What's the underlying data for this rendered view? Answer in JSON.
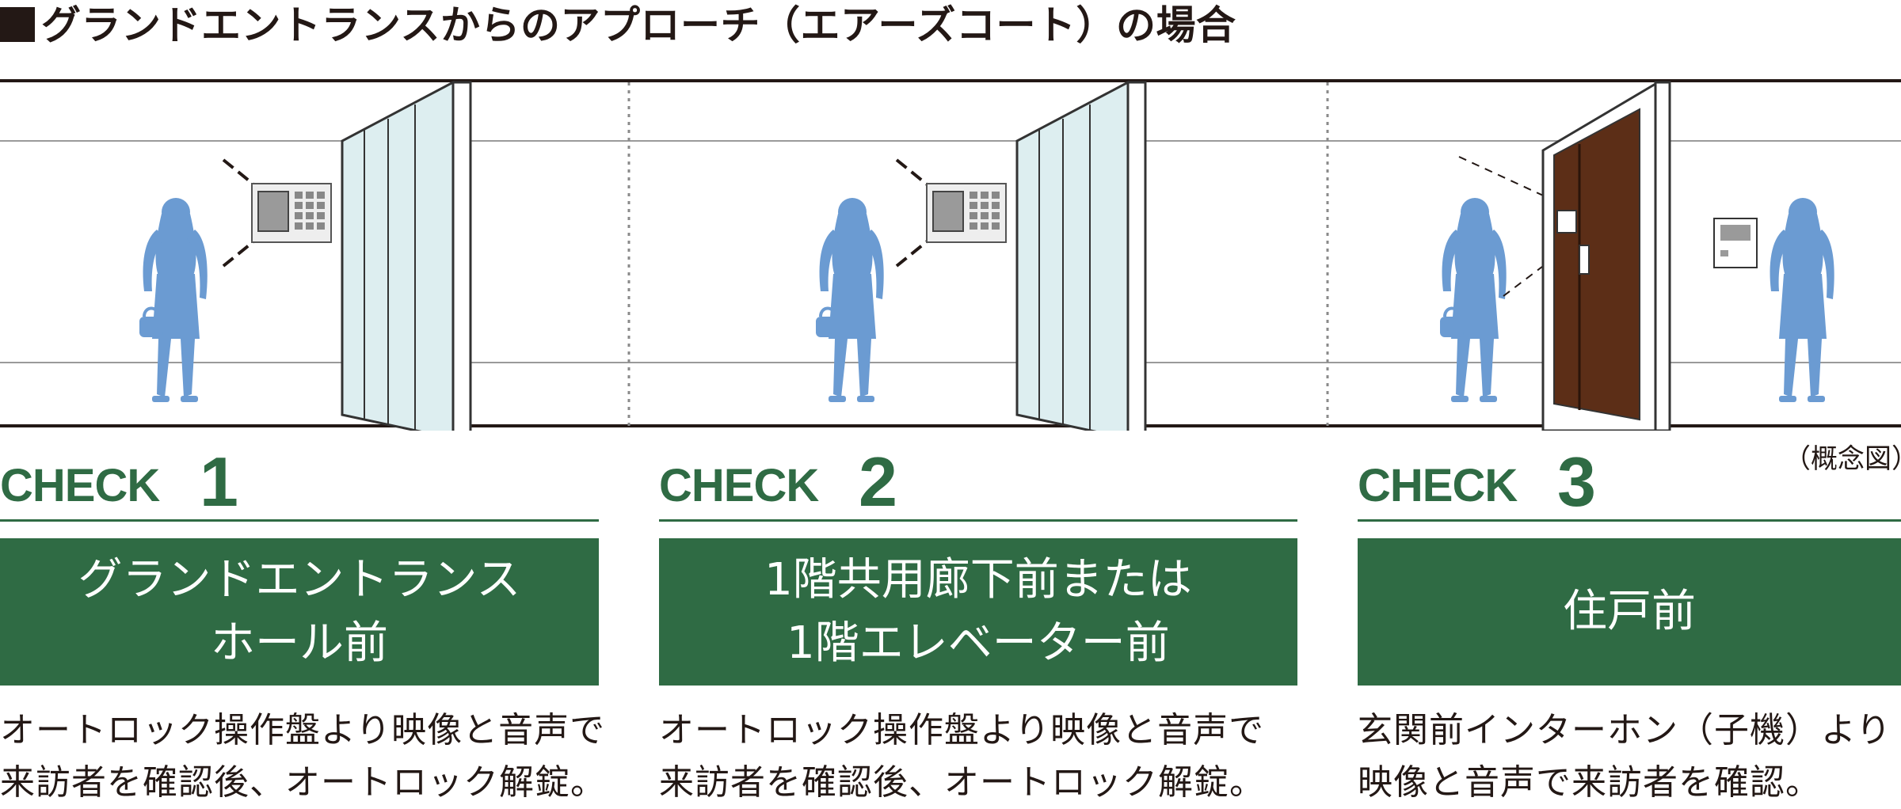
{
  "title": "グランドエントランスからのアプローチ（エアーズコート）の場合",
  "caption": "（概念図）",
  "colors": {
    "accent": "#2f6b44",
    "figure": "#6b9bd2",
    "door": "#5c2e17",
    "glass": "#ddeef0"
  },
  "icons": [
    "visitor-figure-icon",
    "intercom-panel-icon",
    "glass-door-icon",
    "wooden-door-icon",
    "resident-figure-icon",
    "indoor-monitor-icon"
  ],
  "checks": [
    {
      "word": "CHECK",
      "number": "1",
      "place_lines": [
        "グランドエントランス",
        "ホール前"
      ],
      "desc_lines": [
        "オートロック操作盤より映像と音声で",
        "来訪者を確認後、オートロック解錠。"
      ]
    },
    {
      "word": "CHECK",
      "number": "2",
      "place_lines": [
        "1階共用廊下前または",
        "1階エレベーター前"
      ],
      "desc_lines": [
        "オートロック操作盤より映像と音声で",
        "来訪者を確認後、オートロック解錠。"
      ]
    },
    {
      "word": "CHECK",
      "number": "3",
      "place_lines": [
        "住戸前"
      ],
      "desc_lines": [
        "玄関前インターホン（子機）より",
        "映像と音声で来訪者を確認。"
      ]
    }
  ]
}
